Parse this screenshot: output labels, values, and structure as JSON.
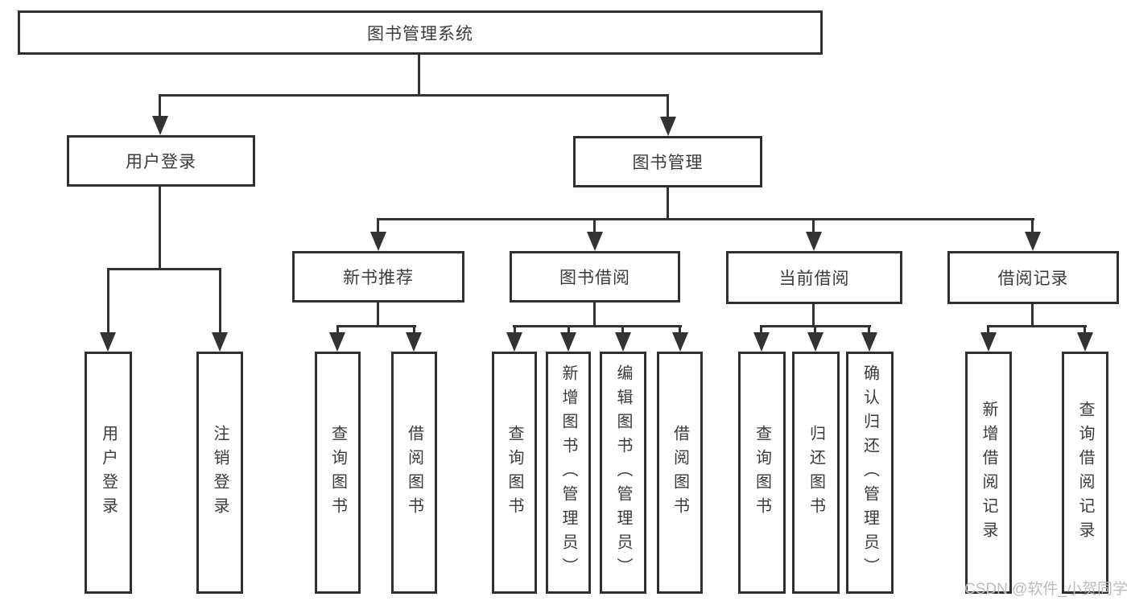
{
  "diagram_type": "hierarchy-tree",
  "nodes": {
    "root": "图书管理系统",
    "user_login": "用户登录",
    "book_mgmt": "图书管理",
    "new_book_rec": "新书推荐",
    "book_borrow": "图书借阅",
    "current_borrow": "当前借阅",
    "borrow_record": "借阅记录",
    "user_login_children": [
      "用户登录",
      "注销登录"
    ],
    "new_book_rec_children": [
      "查询图书",
      "借阅图书"
    ],
    "book_borrow_children": [
      "查询图书",
      "新增图书（管理员）",
      "编辑图书（管理员）",
      "借阅图书"
    ],
    "current_borrow_children": [
      "查询图书",
      "归还图书",
      "确认归还（管理员）"
    ],
    "borrow_record_children": [
      "新增借阅记录",
      "查询借阅记录"
    ]
  },
  "watermark": "CSDN @软件_小贺同学",
  "colors": {
    "line": "#333333",
    "box_border": "#2f2f2f",
    "text": "#3b3b3b",
    "watermark": "#bcbcbc",
    "background": "#ffffff"
  }
}
